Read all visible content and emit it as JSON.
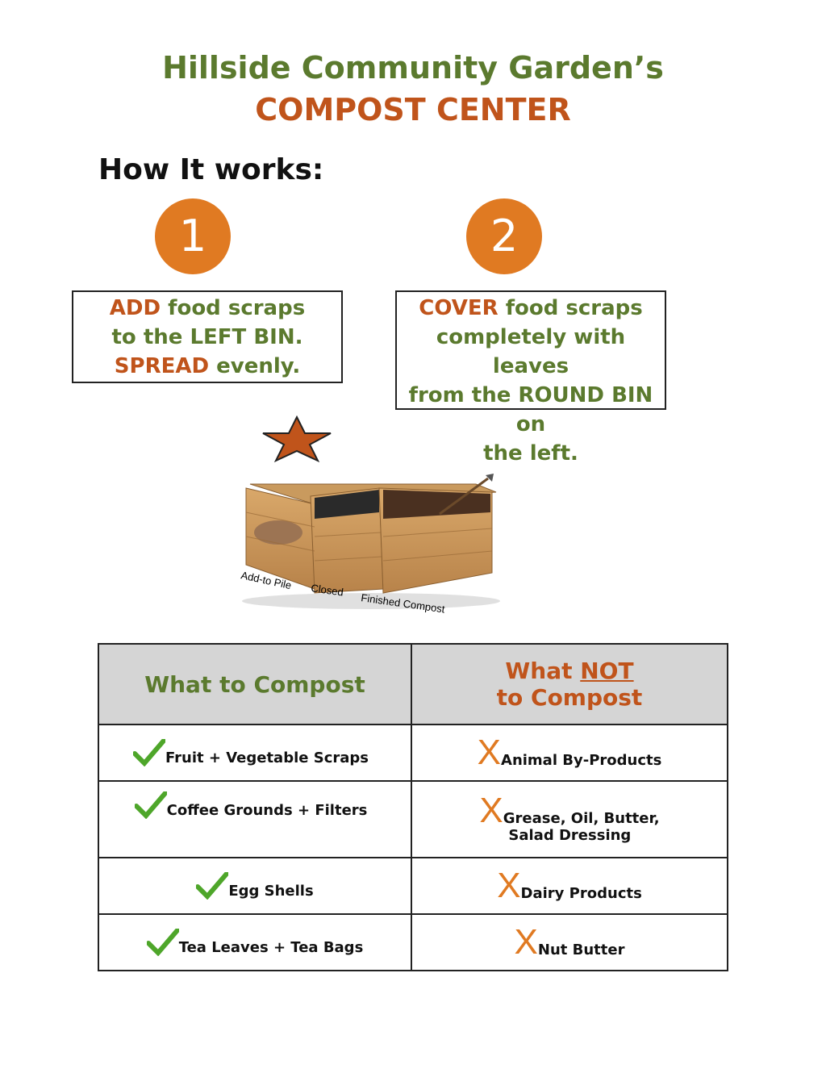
{
  "header": {
    "title_line1": "Hillside Community Garden’s",
    "title_line2": "COMPOST CENTER",
    "how_it_works": "How It works:"
  },
  "steps": [
    {
      "number": "1",
      "lines": [
        {
          "a": "ADD",
          "b": " food scraps"
        },
        {
          "a": "",
          "b": "to the LEFT BIN."
        },
        {
          "a": "SPREAD",
          "b": " evenly."
        }
      ]
    },
    {
      "number": "2",
      "lines": [
        {
          "a": "COVER",
          "b": " food scraps"
        },
        {
          "a": "",
          "b": "completely with leaves"
        },
        {
          "a": "",
          "b": "from the ROUND BIN on"
        },
        {
          "a": "",
          "b": "the left."
        }
      ]
    }
  ],
  "bins": {
    "labels": [
      "Add-to Pile",
      "Closed",
      "Finished Compost"
    ]
  },
  "table": {
    "header_yes": "What to Compost",
    "header_no_line1_pre": "What ",
    "header_no_line1_underlined": "NOT",
    "header_no_line2": "to Compost",
    "rows": [
      {
        "yes": "Fruit + Vegetable Scraps",
        "no": "Animal By-Products",
        "no2": ""
      },
      {
        "yes": "Coffee Grounds + Filters",
        "no": "Grease, Oil, Butter,",
        "no2": "Salad Dressing"
      },
      {
        "yes": "Egg Shells",
        "no": "Dairy Products",
        "no2": ""
      },
      {
        "yes": "Tea Leaves + Tea Bags",
        "no": "Nut Butter",
        "no2": ""
      }
    ],
    "x_symbol": "X"
  },
  "colors": {
    "green": "#5b7a2e",
    "orange": "#c0541b",
    "badge": "#e07a22",
    "check": "#4ea62a",
    "header_bg": "#d5d5d5"
  }
}
